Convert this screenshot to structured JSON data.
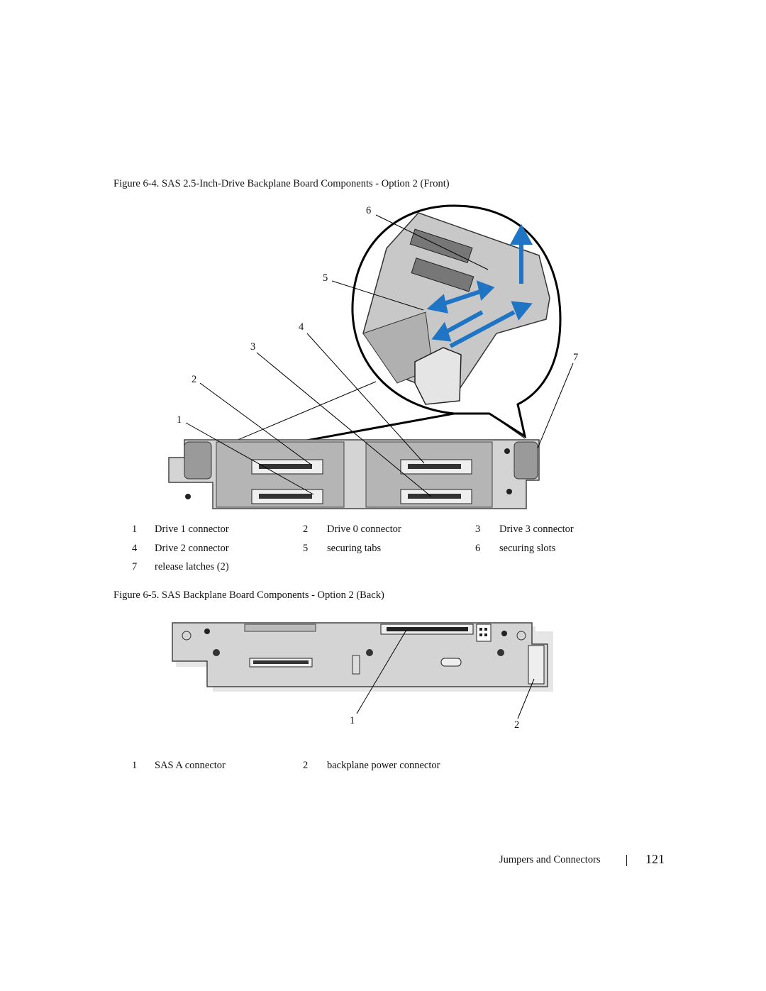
{
  "figures": [
    {
      "caption": "Figure 6-4.    SAS 2.5-Inch-Drive Backplane Board Components - Option 2 (Front)",
      "callouts": [
        "6",
        "5",
        "4",
        "3",
        "2",
        "1",
        "7"
      ],
      "legend": [
        {
          "num": "1",
          "label": "Drive 1 connector"
        },
        {
          "num": "2",
          "label": "Drive 0 connector"
        },
        {
          "num": "3",
          "label": "Drive 3 connector"
        },
        {
          "num": "4",
          "label": "Drive 2 connector"
        },
        {
          "num": "5",
          "label": "securing tabs"
        },
        {
          "num": "6",
          "label": "securing slots"
        },
        {
          "num": "7",
          "label": "release latches (2)"
        }
      ]
    },
    {
      "caption": "Figure 6-5.    SAS Backplane Board Components - Option 2 (Back)",
      "callouts": [
        "1",
        "2"
      ],
      "legend": [
        {
          "num": "1",
          "label": "SAS A connector"
        },
        {
          "num": "2",
          "label": "backplane power connector"
        }
      ]
    }
  ],
  "footer": {
    "section": "Jumpers and Connectors",
    "page_number": "121"
  }
}
